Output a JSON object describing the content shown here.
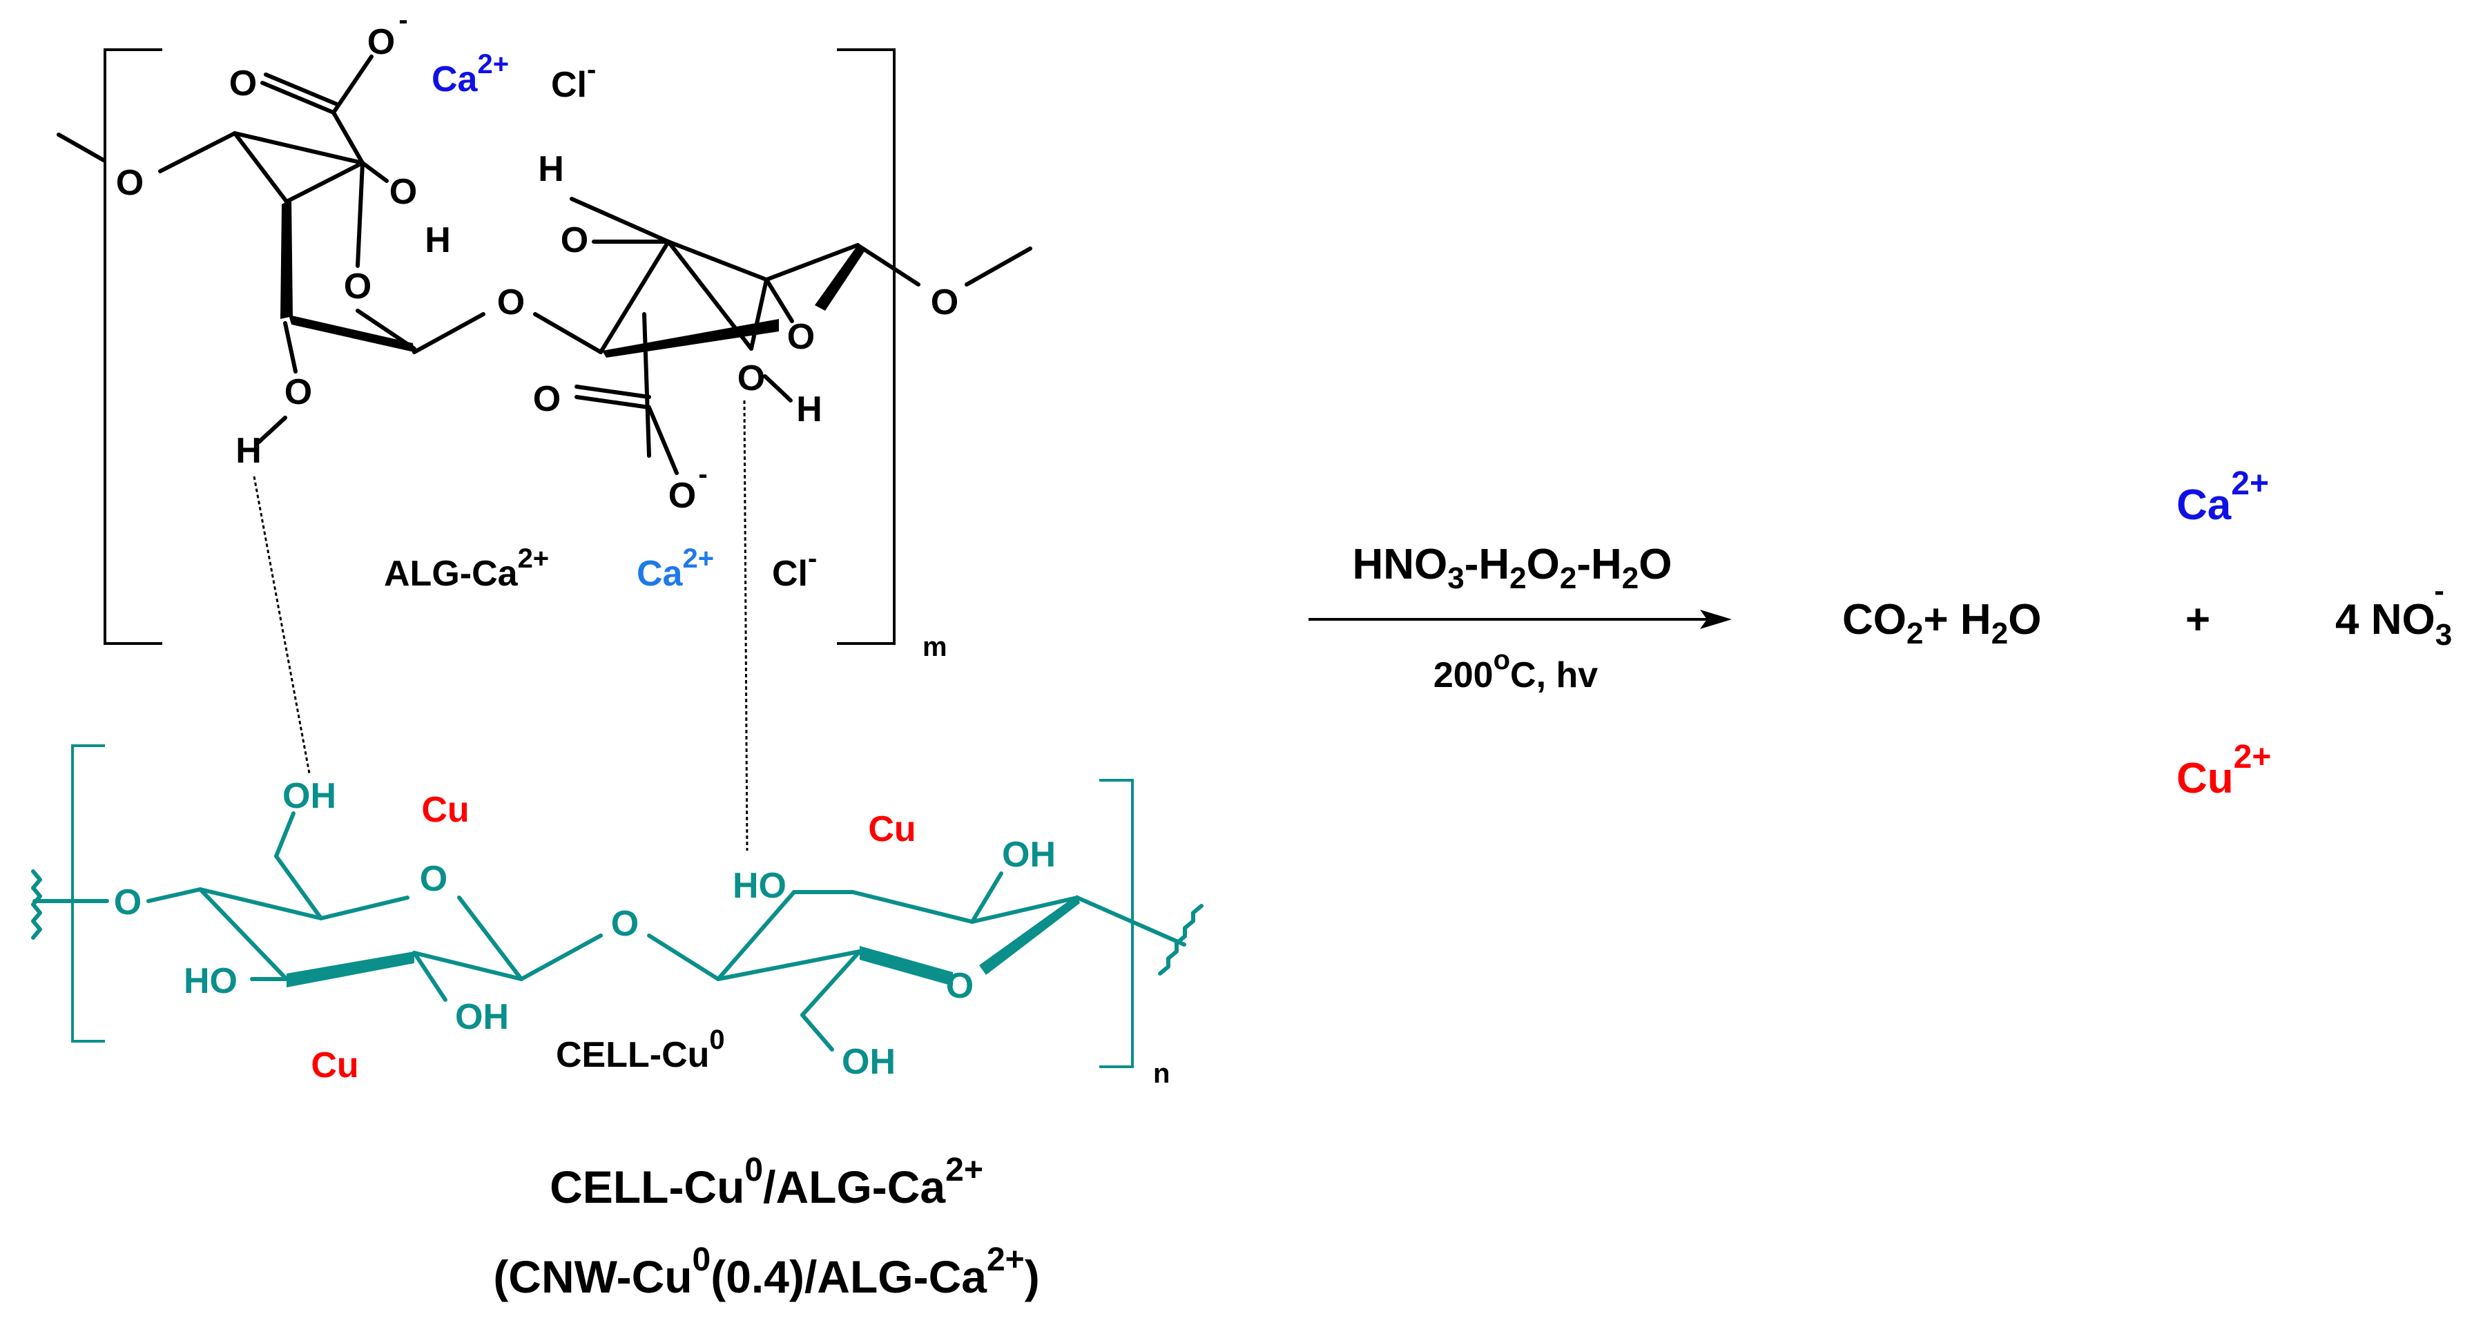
{
  "colors": {
    "alginate": "#000000",
    "cellulose": "#0a8f8b",
    "copper": "#ff0000",
    "calcium_top": "#1010e6",
    "calcium_light": "#1e7ae8",
    "calcium_product": "#1010e6"
  },
  "alginate": {
    "ring1": {
      "ring_o": "O",
      "oh_o": "O",
      "oh_h": "H",
      "link_o_left": "O",
      "low_oh_o": "O",
      "low_oh_h": "H",
      "carboxyl_o": "O",
      "carboxylate_o": "O",
      "carboxylate_charge": "-"
    },
    "ring2": {
      "ring_o": "O",
      "oh_o": "O",
      "oh_h": "H",
      "top_oh_h": "H",
      "top_oh_o": "O",
      "link_o_right": "O",
      "carboxyl_o": "O",
      "carboxylate_o": "O",
      "carboxylate_charge": "-"
    },
    "glycosidic_o": "O",
    "ca_top": {
      "base": "Ca",
      "sup": "2+"
    },
    "cl_top": {
      "base": "Cl",
      "sup": "-"
    },
    "ca_mid": {
      "base": "Ca",
      "sup": "2+"
    },
    "cl_mid": {
      "base": "Cl",
      "sup": "-"
    },
    "label": {
      "base": "ALG-Ca",
      "sup": "2+"
    },
    "repeat_index": "m"
  },
  "cellulose": {
    "link_o_left": "O",
    "ring1_o": "O",
    "glycosidic_o": "O",
    "ring2_o": "O",
    "oh_ch2_top": "OH",
    "oh_left": "HO",
    "oh_mid": "OH",
    "ho_ring2": "HO",
    "oh_ring2_top": "OH",
    "oh_ch2_bottom": "OH",
    "cu_top_left": "Cu",
    "cu_top_right": "Cu",
    "cu_bottom_left": "Cu",
    "label": {
      "base": "CELL-Cu",
      "sup": "0"
    },
    "repeat_index": "n"
  },
  "composite": {
    "line1_a": "CELL-Cu",
    "line1_sup1": "0",
    "line1_b": "/ALG-Ca",
    "line1_sup2": "2+",
    "line2_a": "(CNW-Cu",
    "line2_sup1": "0",
    "line2_b": "(0.4)/ALG-Ca",
    "line2_sup2": "2+",
    "line2_c": ")"
  },
  "reaction": {
    "reagent": {
      "p1": "HNO",
      "s1": "3",
      "p2": "-H",
      "s2": "2",
      "p3": "O",
      "s3": "2",
      "p4": "-H",
      "s4": "2",
      "p5": "O"
    },
    "condition": {
      "a": "200",
      "sup": "o",
      "b": "C, hv"
    }
  },
  "products": {
    "co2_h2o": {
      "a": "CO",
      "s1": "2",
      "b": "+ H",
      "s2": "2",
      "c": "O"
    },
    "plus": "+",
    "nitrate": {
      "a": "4 NO",
      "sub": "3",
      "sup": "-"
    },
    "ca": {
      "base": "Ca",
      "sup": "2+"
    },
    "cu": {
      "base": "Cu",
      "sup": "2+"
    }
  }
}
